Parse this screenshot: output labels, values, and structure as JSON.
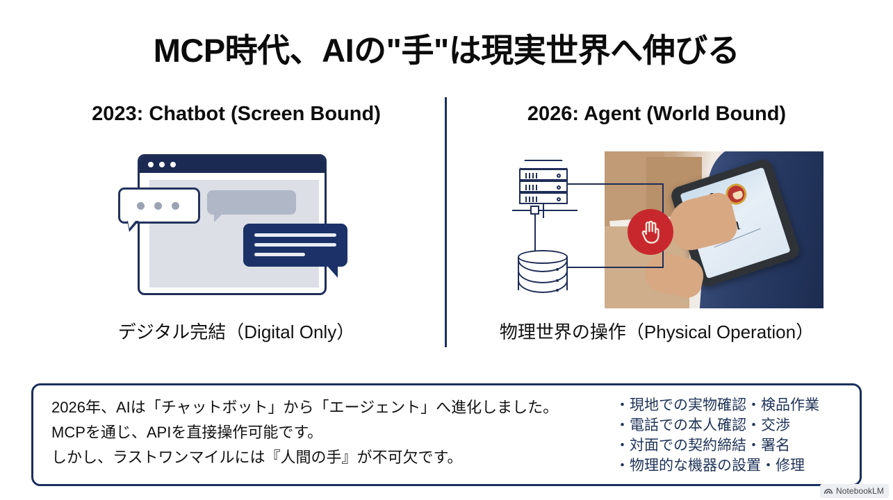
{
  "slide": {
    "title": "MCP時代、AIの\"手\"は現実世界へ伸びる",
    "divider_color": "#1a2f5e"
  },
  "columns": [
    {
      "heading": "2023: Chatbot (Screen Bound)",
      "caption": "デジタル完結（Digital Only）",
      "illustration": "chatbot-browser-window"
    },
    {
      "heading": "2026: Agent (World Bound)",
      "caption": "物理世界の操作（Physical Operation）",
      "illustration": "server-database-signature-photo"
    }
  ],
  "summary_box": {
    "paragraph_lines": [
      "2026年、AIは「チャットボット」から「エージェント」へ進化しました。",
      "MCPを通じ、APIを直接操作可能です。",
      "しかし、ラストワンマイルには『人間の手』が不可欠です。"
    ],
    "bullets": [
      "・現地での実物確認・検品作業",
      "・電話での本人確認・交渉",
      "・対面での契約締結・署名",
      "・物理的な機器の設置・修理"
    ],
    "border_color": "#1a2f5e",
    "bullet_text_color": "#1f3358"
  },
  "watermark": {
    "label": "NotebookLM"
  },
  "palette": {
    "navy": "#1a2a52",
    "navy_bubble": "#1b3168",
    "gray_bubble": "#b0b7c6",
    "page_gray": "#dcdfe6",
    "stop_red": "#c8282d",
    "line_navy": "#1f2d56"
  }
}
